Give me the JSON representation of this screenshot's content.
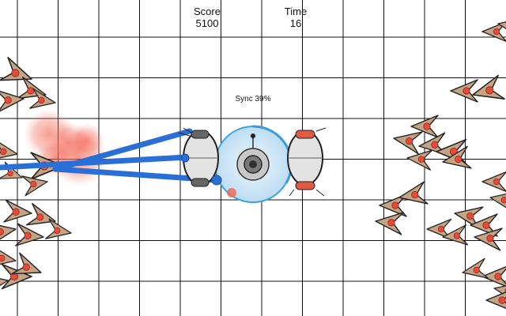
{
  "hud": {
    "score_label": "Score",
    "score_value": "5100",
    "time_label": "Time",
    "time_value": "16"
  },
  "sync": {
    "label": "Sync 39%",
    "percent": 39
  },
  "colors": {
    "grid": "#111111",
    "enemy_fill": "#c4a484",
    "enemy_dot": "#e84a3a",
    "tether": "#2a6fd6",
    "shield_fill": "#cfe6f7",
    "shield_ring": "#3ba3e0",
    "ship_fill": "#e3e3e3",
    "explosion": "#f06050"
  },
  "icons": [
    "enemy-ship-icon",
    "player-pod-icon",
    "core-turret-icon",
    "tether-beam"
  ]
}
